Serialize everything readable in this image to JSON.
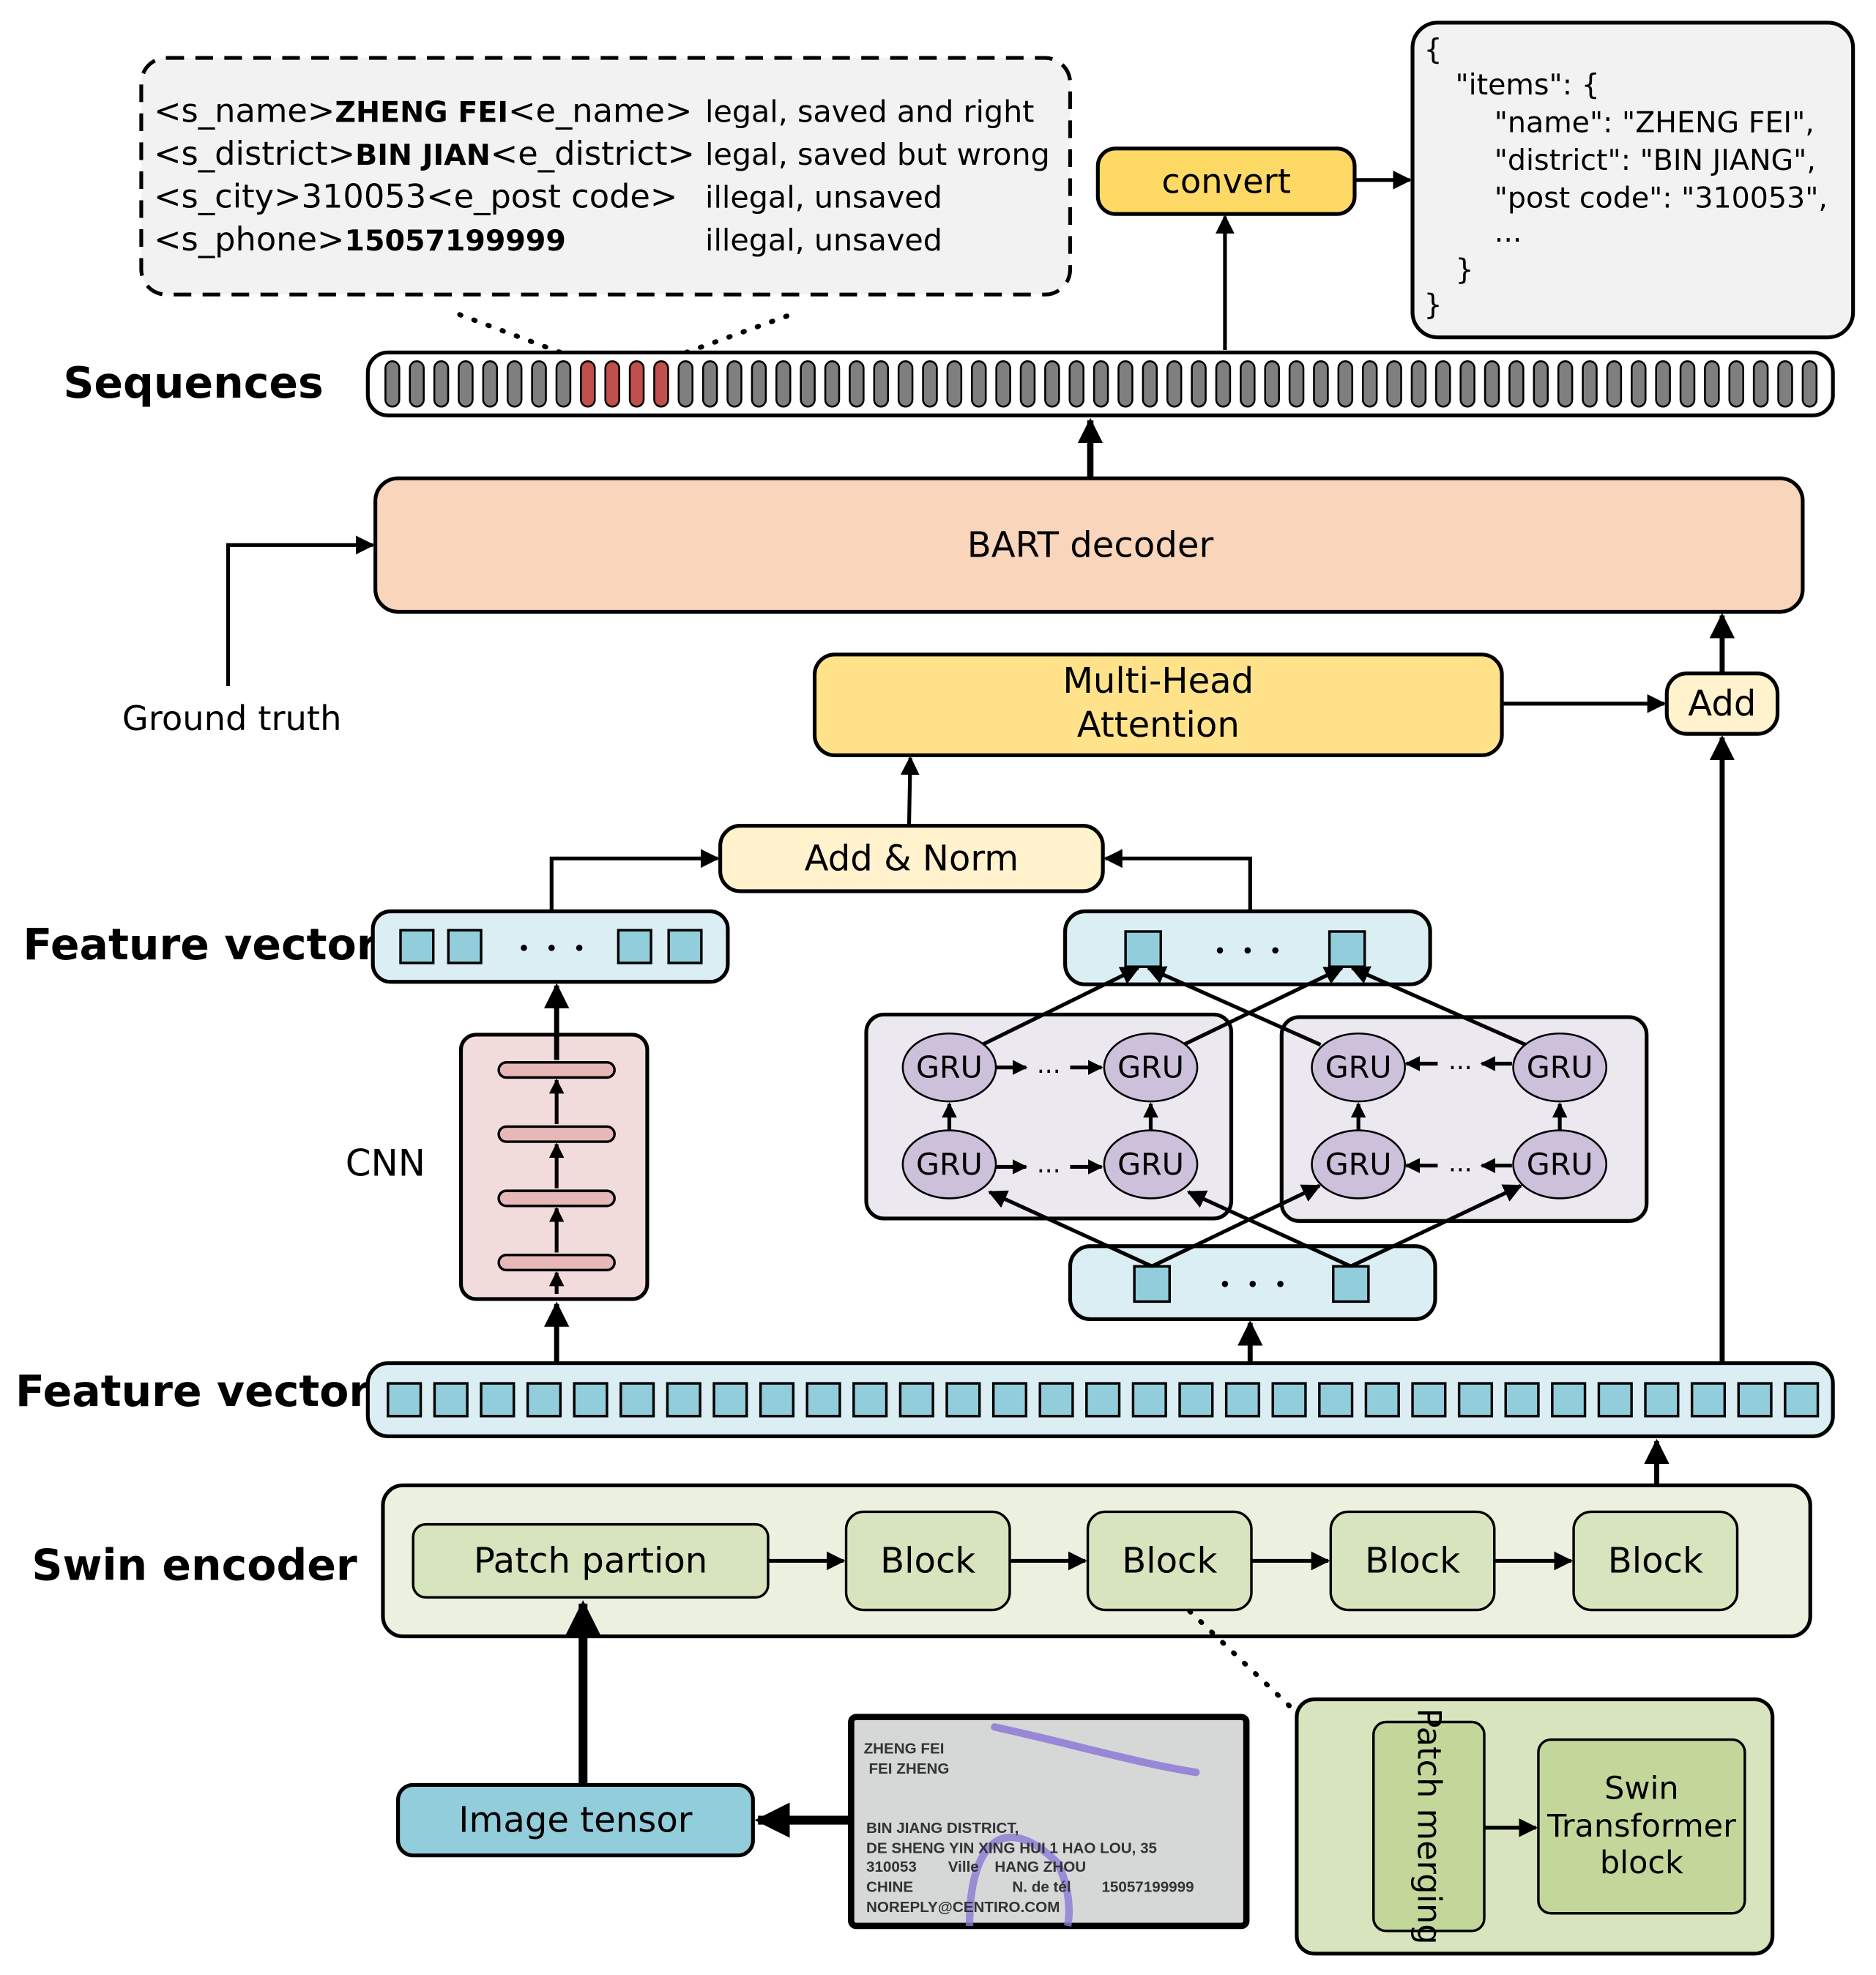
{
  "labels": {
    "sequences": "Sequences",
    "feature_vector_top": "Feature vector",
    "feature_vector_bottom": "Feature vector",
    "swin_encoder": "Swin encoder",
    "cnn": "CNN",
    "ground_truth": "Ground truth"
  },
  "output_examples": [
    {
      "tag_open": "<s_name>",
      "value": "ZHENG FEI",
      "tag_close": "<e_name>",
      "status": "legal, saved and right"
    },
    {
      "tag_open": "<s_district>",
      "value": "BIN JIAN",
      "tag_close": "<e_district>",
      "status": "legal, saved but wrong"
    },
    {
      "tag_open": "<s_city>",
      "value": "310053",
      "tag_close": "<e_post code>",
      "status": "illegal, unsaved"
    },
    {
      "tag_open": "<s_phone>",
      "value": "15057199999",
      "tag_close": "",
      "status": "illegal, unsaved"
    }
  ],
  "convert_label": "convert",
  "json_output": [
    "{",
    "\"items\": {",
    "\"name\": \"ZHENG FEI\",",
    "\"district\": \"BIN JIANG\",",
    "\"post code\": \"310053\",",
    "...",
    "}",
    "}"
  ],
  "modules": {
    "bart_decoder": "BART decoder",
    "multi_head_attention": [
      "Multi-Head",
      "Attention"
    ],
    "add": "Add",
    "add_norm": "Add & Norm",
    "gru": "GRU",
    "ellipsis": "...",
    "patch_partition": "Patch partion",
    "blocks": [
      "Block",
      "Block",
      "Block",
      "Block"
    ],
    "image_tensor": "Image tensor",
    "patch_merging": "Patch merging",
    "swin_transformer_block": [
      "Swin",
      "Transformer",
      "block"
    ]
  },
  "sequence": {
    "token_count": 59,
    "highlighted_tokens": [
      8,
      9,
      10,
      11
    ],
    "token_color": "#7f7f7f",
    "highlight_color": "#c0504d"
  },
  "feature_vector_count": 31,
  "business_card": {
    "lines": [
      "ZHENG FEI",
      "FEI ZHENG",
      "BIN JIANG DISTRICT,",
      "DE SHENG YIN XING HUI 1 HAO LOU, 35",
      "310053",
      "Ville",
      "HANG ZHOU",
      "CHINE",
      "N. de tél",
      "15057199999",
      "NOREPLY@CENTIRO.COM"
    ]
  },
  "colors": {
    "bart": "#f9d5bb",
    "attention": "#ffe28a",
    "add": "#fff2cc",
    "feature": "#dbeef3",
    "feature_cell": "#92cddc",
    "cnn": "#f2dcdb",
    "cnn_layer": "#e6b8b7",
    "gru_panel": "#ebe8f0",
    "gru_node": "#ccc0da",
    "swin_outer": "#ebf1de",
    "swin_block": "#d7e4bd",
    "patch_merge": "#c4d79b",
    "panel": "#f2f2f2"
  }
}
